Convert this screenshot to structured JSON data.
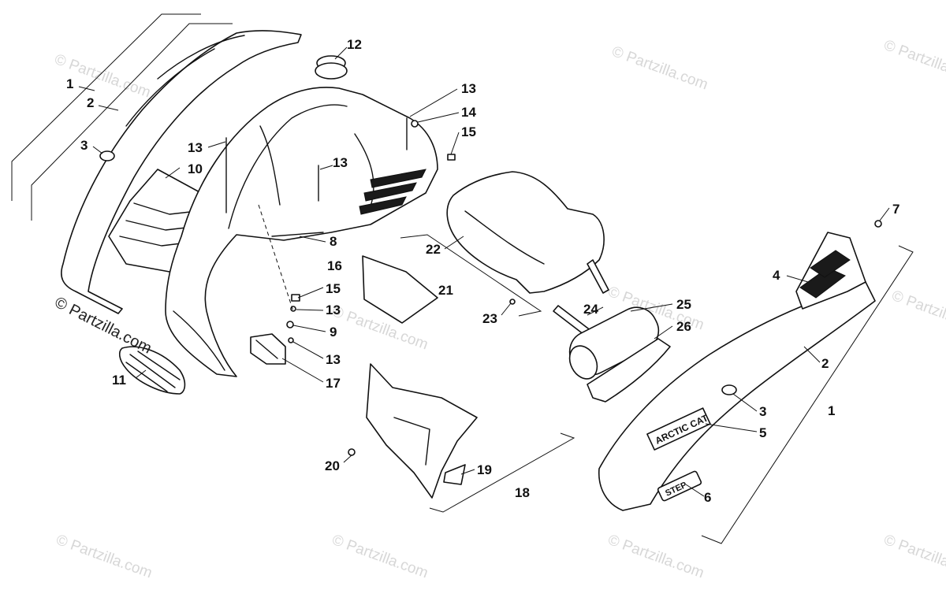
{
  "watermark": "© Partzilla.com",
  "copyright": "© Partzilla.com",
  "decals": {
    "brand": "ARCTIC CAT",
    "model": "STEP"
  },
  "callouts": {
    "c1_left": "1",
    "c2_left": "2",
    "c3_left": "3",
    "c10": "10",
    "c11": "11",
    "c12": "12",
    "c13_a": "13",
    "c13_b": "13",
    "c13_c": "13",
    "c13_d": "13",
    "c13_e": "13",
    "c14": "14",
    "c15_a": "15",
    "c15_b": "15",
    "c16": "16",
    "c8": "8",
    "c9": "9",
    "c17": "17",
    "c18": "18",
    "c19": "19",
    "c20": "20",
    "c21": "21",
    "c22": "22",
    "c23": "23",
    "c24": "24",
    "c25": "25",
    "c26": "26",
    "c7": "7",
    "c4": "4",
    "c2_right": "2",
    "c3_right": "3",
    "c5": "5",
    "c6": "6",
    "c1_right": "1"
  }
}
